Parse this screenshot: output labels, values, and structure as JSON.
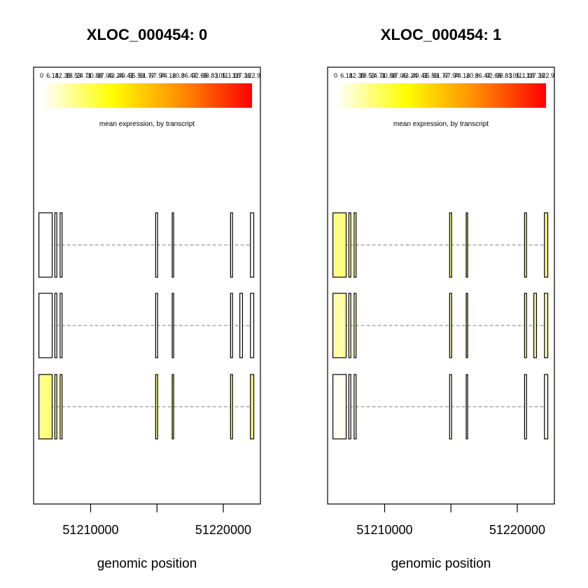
{
  "chart_data": [
    {
      "type": "gene-structure",
      "title": "XLOC_000454: 0",
      "xlabel": "genomic position",
      "ylabel": "",
      "x_ticks": [
        51210000,
        51215000,
        51220000
      ],
      "x_tick_labels": [
        "51210000",
        "",
        "51220000"
      ],
      "xlim": [
        51205700,
        51222800
      ],
      "scale": {
        "caption": "mean expression, by transcript",
        "labels": [
          "0",
          "6.18",
          "12.35",
          "18.53",
          "24.71",
          "30.88",
          "37.06",
          "43.24",
          "49.41",
          "55.59",
          "61.77",
          "67.94",
          "74.12",
          "80.3",
          "86.47",
          "92.65",
          "98.83",
          "105",
          "111.18",
          "117.36",
          "122.9"
        ],
        "colors": [
          "#ffffff",
          "#ffff00",
          "#ff8c00",
          "#ff0000"
        ]
      },
      "exons": [
        [
          51206100,
          51207100
        ],
        [
          51207300,
          51207450
        ],
        [
          51207700,
          51207850
        ],
        [
          51214900,
          51215050
        ],
        [
          51216150,
          51216250
        ],
        [
          51220550,
          51220700
        ],
        [
          51222050,
          51222300
        ]
      ],
      "transcripts": [
        {
          "exons": [
            0,
            1,
            2,
            3,
            4,
            5,
            6
          ],
          "fill": "#ffffff",
          "span": [
            51206100,
            51222300
          ]
        },
        {
          "exons": [
            0,
            1,
            2,
            3,
            4,
            5,
            6
          ],
          "extra_exons": [
            [
              51221250,
              51221450
            ]
          ],
          "fill": "#ffffff",
          "span": [
            51206100,
            51222300
          ]
        },
        {
          "exons": [
            0,
            1,
            2,
            3,
            4,
            5,
            6
          ],
          "fill": "#ffff80",
          "span": [
            51206100,
            51222300
          ]
        }
      ]
    },
    {
      "type": "gene-structure",
      "title": "XLOC_000454: 1",
      "xlabel": "genomic position",
      "ylabel": "",
      "x_ticks": [
        51210000,
        51215000,
        51220000
      ],
      "x_tick_labels": [
        "51210000",
        "",
        "51220000"
      ],
      "xlim": [
        51205700,
        51222800
      ],
      "scale": {
        "caption": "mean expression, by transcript",
        "labels": [
          "0",
          "6.18",
          "12.35",
          "18.53",
          "24.71",
          "30.88",
          "37.06",
          "43.24",
          "49.41",
          "55.59",
          "61.77",
          "67.94",
          "74.12",
          "80.3",
          "86.47",
          "92.65",
          "98.83",
          "105",
          "111.18",
          "117.36",
          "122.9"
        ],
        "colors": [
          "#ffffff",
          "#ffff00",
          "#ff8c00",
          "#ff0000"
        ]
      },
      "exons": [
        [
          51206100,
          51207100
        ],
        [
          51207300,
          51207450
        ],
        [
          51207700,
          51207850
        ],
        [
          51214900,
          51215050
        ],
        [
          51216150,
          51216250
        ],
        [
          51220550,
          51220700
        ],
        [
          51222050,
          51222300
        ]
      ],
      "transcripts": [
        {
          "exons": [
            0,
            1,
            2,
            3,
            4,
            5,
            6
          ],
          "fill": "#ffff80",
          "span": [
            51206100,
            51222300
          ]
        },
        {
          "exons": [
            0,
            1,
            2,
            3,
            4,
            5,
            6
          ],
          "extra_exons": [
            [
              51221250,
              51221450
            ]
          ],
          "fill": "#ffffa8",
          "span": [
            51206100,
            51222300
          ]
        },
        {
          "exons": [
            0,
            1,
            2,
            3,
            4,
            5,
            6
          ],
          "fill": "#fffff0",
          "span": [
            51206100,
            51222300
          ]
        }
      ]
    }
  ]
}
